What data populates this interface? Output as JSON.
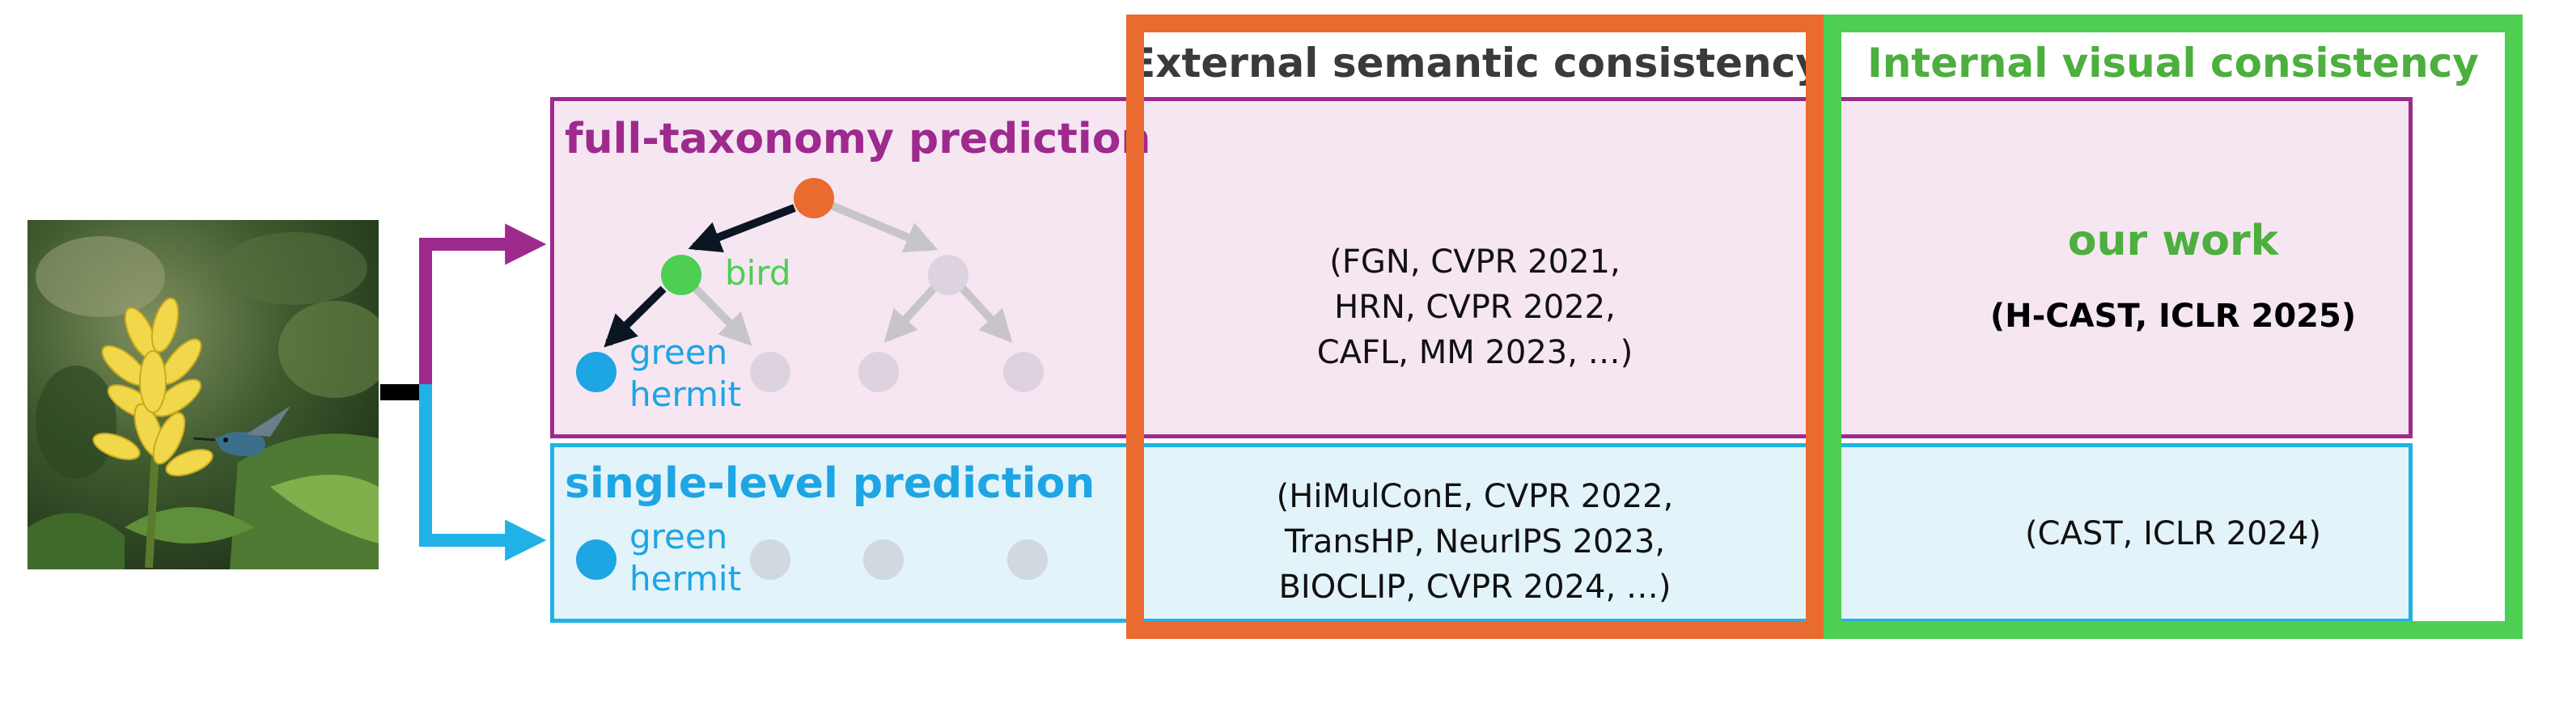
{
  "headers": {
    "external": "External semantic consistency",
    "internal": "Internal visual consistency"
  },
  "rows": {
    "full_taxonomy": {
      "title": "full-taxonomy prediction",
      "node_labels": {
        "bird": "bird",
        "green_hermit": [
          "green",
          "hermit"
        ]
      },
      "external_refs": [
        "(FGN, CVPR 2021,",
        "HRN, CVPR 2022,",
        "CAFL, MM 2023, …)"
      ],
      "internal": {
        "highlight": "our work",
        "ref": "(H-CAST, ICLR 2025)"
      }
    },
    "single_level": {
      "title": "single-level prediction",
      "node_labels": {
        "green_hermit": [
          "green",
          "hermit"
        ]
      },
      "external_refs": [
        "(HiMulConE, CVPR 2022,",
        "TransHP, NeurIPS 2023,",
        "BIOCLIP, CVPR 2024, …)"
      ],
      "internal": {
        "ref": "(CAST, ICLR 2024)"
      }
    }
  },
  "colors": {
    "purple": "#9e2a8e",
    "blue": "#1ea5e3",
    "orange": "#ea6b2f",
    "green": "#4ccf52",
    "gray_node": "#d6d3db"
  }
}
